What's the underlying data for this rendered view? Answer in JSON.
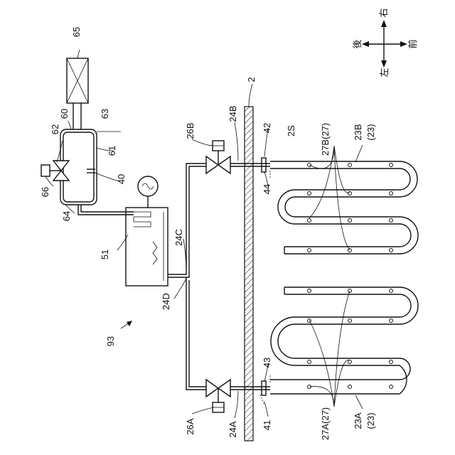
{
  "figure": {
    "ref_main": "93",
    "labels": {
      "l65": "65",
      "l60": "60",
      "l63": "63",
      "l62": "62",
      "l61": "61",
      "l66": "66",
      "l40": "40",
      "l64": "64",
      "l51": "51",
      "l24C": "24C",
      "l24D": "24D",
      "l26B": "26B",
      "l24B": "24B",
      "l26A": "26A",
      "l24A": "24A",
      "l2": "2",
      "l2S": "2S",
      "l42": "42",
      "l44": "44",
      "l43": "43",
      "l41": "41",
      "l27B": "27B(27)",
      "l27A": "27A(27)",
      "l23B": "23B",
      "l23Bp": "(23)",
      "l23A": "23A",
      "l23Ap": "(23)"
    },
    "compass": {
      "up": "右",
      "left": "後",
      "right": "前",
      "down": "左"
    }
  }
}
